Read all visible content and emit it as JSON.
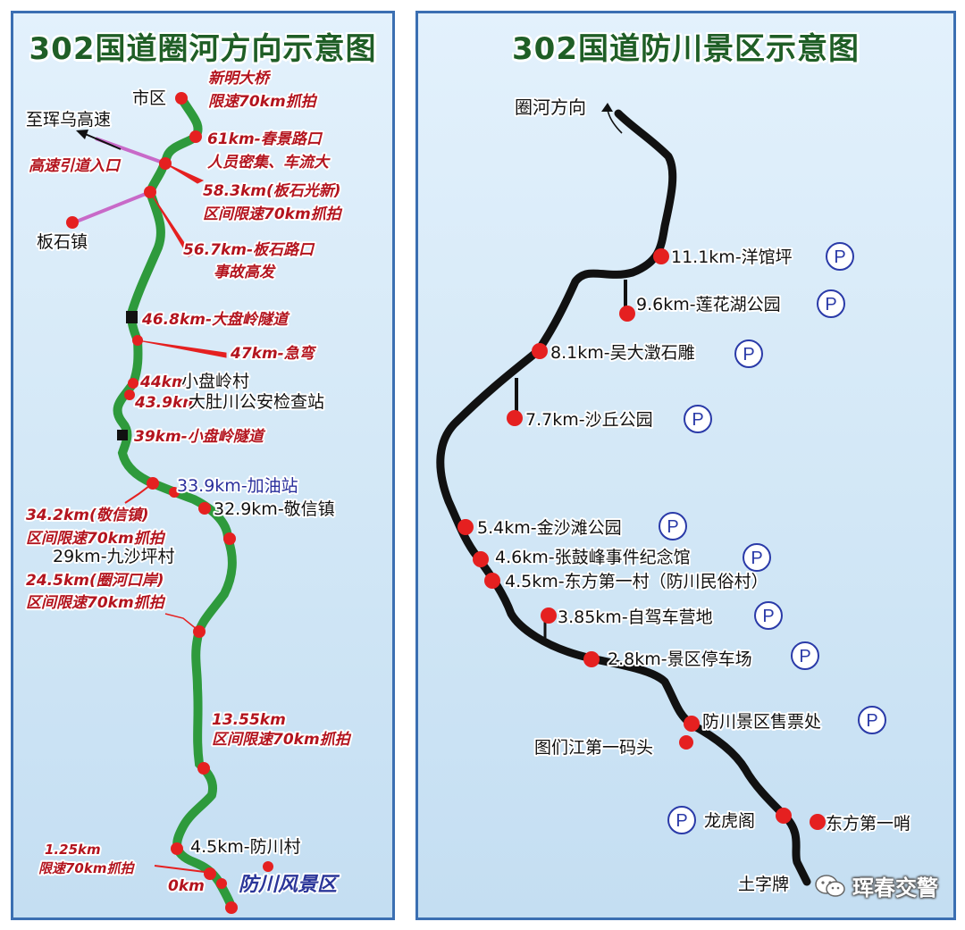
{
  "left_map": {
    "title": "302国道圈河方向示意图",
    "labels": {
      "shiqu": "市区",
      "xinming_1": "新明大桥",
      "xinming_2": "限速70km抓拍",
      "zhi_hunwu": "至珲乌高速",
      "chunjing_1": "61km-春景路口",
      "chunjing_2": "人员密集、车流大",
      "gaosu_yindao": "高速引道入口",
      "banshi_gx_1": "58.3km(板石光新)",
      "banshi_gx_2": "区间限速70km抓拍",
      "banshizhen": "板石镇",
      "banshi_lk_1": "56.7km-板石路口",
      "banshi_lk_2": "事故高发",
      "dapanling_tunnel": "46.8km-大盘岭隧道",
      "jiwan": "47km-急弯",
      "xiaopanling_km": "44km",
      "xiaopanling_name": "小盘岭村",
      "dadu_km": "43.9km",
      "dadu_name": "大肚川公安检查站",
      "xiaopanling_tunnel": "39km-小盘岭隧道",
      "jiayouzhan": "33.9km-加油站",
      "jingxin_1": "34.2km(敬信镇)",
      "jingxin_2": "区间限速70km抓拍",
      "jingxinzhen": "32.9km-敬信镇",
      "jiushaping": "29km-九沙坪村",
      "quanhe_1": "24.5km(圈河口岸)",
      "quanhe_2": "区间限速70km抓拍",
      "km1355_1": "13.55km",
      "km1355_2": "区间限速70km抓拍",
      "fangchuancun": "4.5km-防川村",
      "km125_1": "1.25km",
      "km125_2": "限速70km抓拍",
      "km0": "0km",
      "scenic": "防川风景区"
    }
  },
  "right_map": {
    "title": "302国道防川景区示意图",
    "direction": "圈河方向",
    "parking_symbol": "P",
    "pois": {
      "yangguanping": "11.1km-洋馆坪",
      "lianhuahu": "9.6km-莲花湖公园",
      "wudacheng": "8.1km-吴大澂石雕",
      "shaqiu": "7.7km-沙丘公园",
      "jinshatan": "5.4km-金沙滩公园",
      "zhanggufeng": "4.6km-张鼓峰事件纪念馆",
      "dongfang_diyicun": "4.5km-东方第一村（防川民俗村）",
      "zijiache": "3.85km-自驾车营地",
      "tingchechang": "2.8km-景区停车场",
      "shoupiaochu": "防川景区售票处",
      "tumenjiang": "图们江第一码头",
      "longhuge": "龙虎阁",
      "dongfang_diyishao": "东方第一哨",
      "tuzipai": "土字牌"
    }
  },
  "watermark": "珲春交警",
  "colors": {
    "route_green": "#2e9a3c",
    "route_black": "#111111",
    "marker_red": "#e52020",
    "title_green": "#1f5e26",
    "label_red": "#b3141e",
    "parking_blue": "#2a3aa8",
    "frame_blue": "#3b6fb2"
  }
}
